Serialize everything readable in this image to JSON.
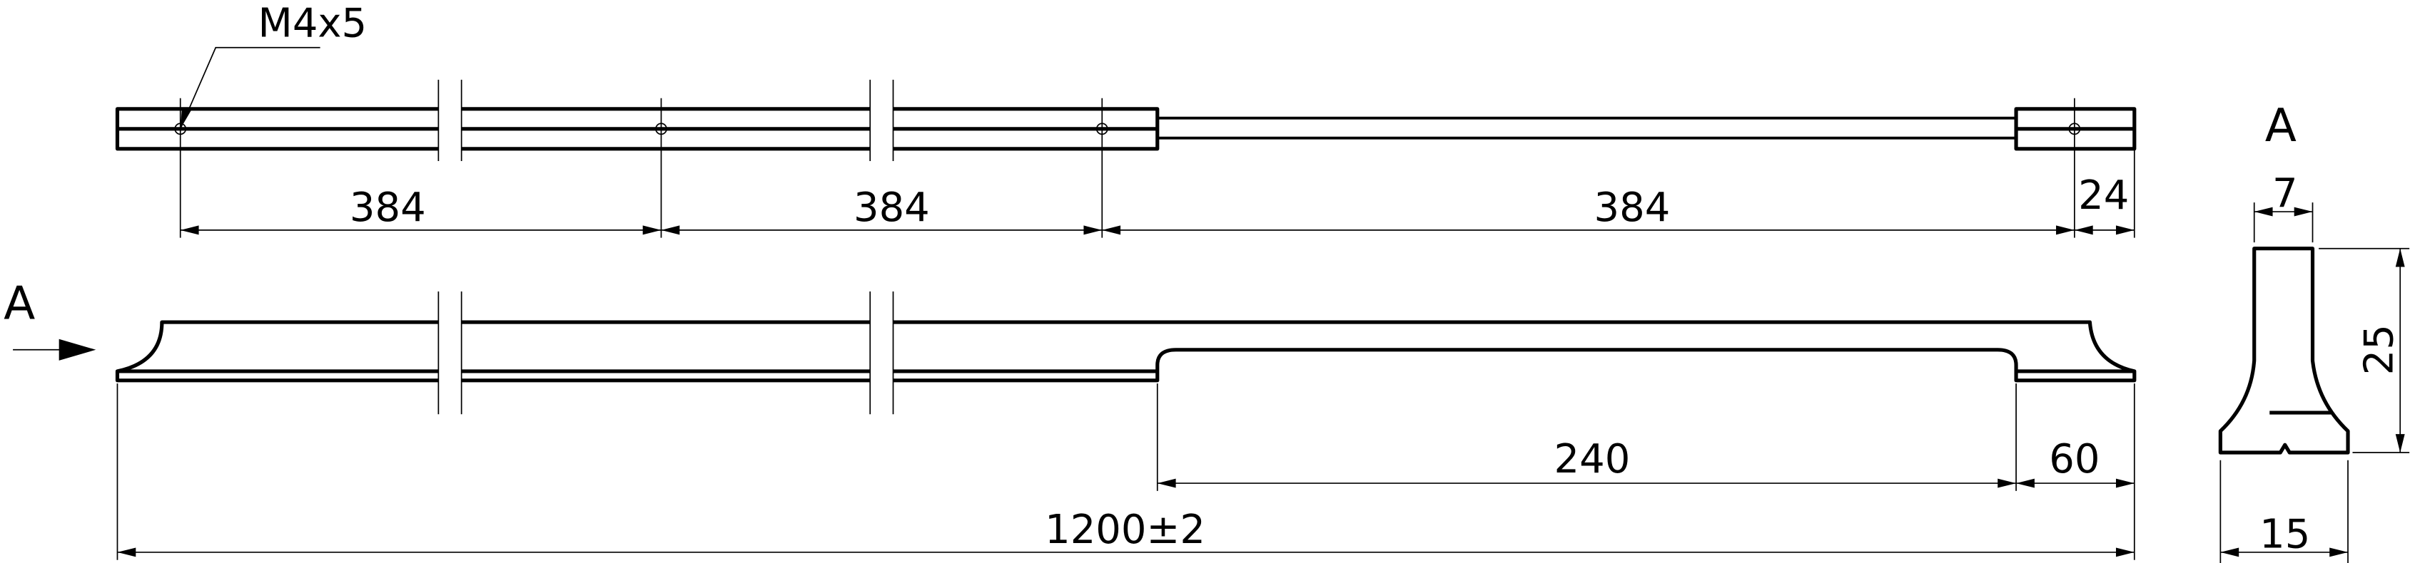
{
  "drawing": {
    "thread_callout": "M4x5",
    "view_marker": "A",
    "section_title": "A",
    "top_view_dimensions": [
      "384",
      "384",
      "384",
      "24"
    ],
    "front_view_dimensions": {
      "recess": "240",
      "end": "60",
      "overall": "1200±2"
    },
    "section_dimensions": {
      "top_width": "7",
      "height": "25",
      "base_width": "15"
    }
  }
}
